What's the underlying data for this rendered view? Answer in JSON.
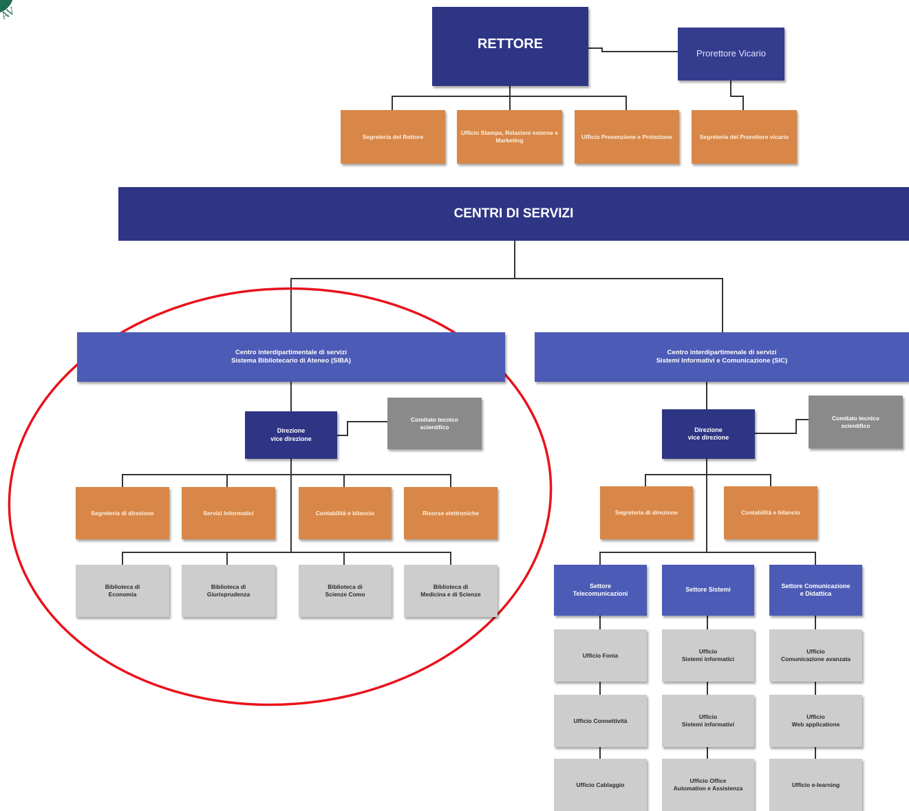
{
  "logo": {
    "fragment_text": "AV",
    "color": "#1f6d52"
  },
  "top": {
    "rettore": "RETTORE",
    "prorettore": "Prorettore Vicario",
    "staff": [
      "Segreteria del Rettore",
      "Ufficio Stampa, Relazioni esterne e Marketing",
      "Ufficio Prevenzione e Protezione",
      "Segreteria del Prorettore vicario"
    ]
  },
  "centri": {
    "title": "CENTRI DI SERVIZI"
  },
  "siba": {
    "title": "Centro interdipartimentale di servizi\nSistema Bibliotecario di Ateneo (SIBA)",
    "direzione": "Direzione\nvice direzione",
    "comitato": "Comitato tecnico\nscientifico",
    "uffici": [
      "Segreteria di direzione",
      "Servizi informatici",
      "Contabilità e bilancio",
      "Risorse elettroniche"
    ],
    "biblioteche": [
      "Biblioteca di\nEconomia",
      "Biblioteca di\nGiurisprudenza",
      "Biblioteca di\nScienze Como",
      "Biblioteca di\nMedicina e di Scienze"
    ]
  },
  "sic": {
    "title": "Centro interdipartimenale di servizi\nSistemi Informativi e Comunicazione (SIC)",
    "direzione": "Direzione\nvice direzione",
    "comitato": "Comitato tecnico\nscientifico",
    "uffici": [
      "Segreteria di direzione",
      "Contabilità e bilancio"
    ],
    "settori": [
      {
        "name": "Settore\nTelecomunicazioni",
        "uffici": [
          "Ufficio Fonia",
          "Ufficio Connettività",
          "Ufficio Cablaggio"
        ]
      },
      {
        "name": "Settore Sistemi",
        "uffici": [
          "Ufficio\nSistemi informatici",
          "Ufficio\nSistemi informativi",
          "Ufficio Office\nAutomation e Assistenza"
        ]
      },
      {
        "name": "Settore Comunicazione\ne Didattica",
        "uffici": [
          "Ufficio\nComunicazione avanzata",
          "Ufficio\nWeb applications",
          "Ufficio e-learning"
        ]
      }
    ]
  },
  "colors": {
    "navy": "#2e3585",
    "blue": "#4c5bb5",
    "orange": "#d88748",
    "gray_dark": "#8a8a8a",
    "gray_light": "#cdcdcd",
    "highlight_ellipse": "#e8121b"
  }
}
